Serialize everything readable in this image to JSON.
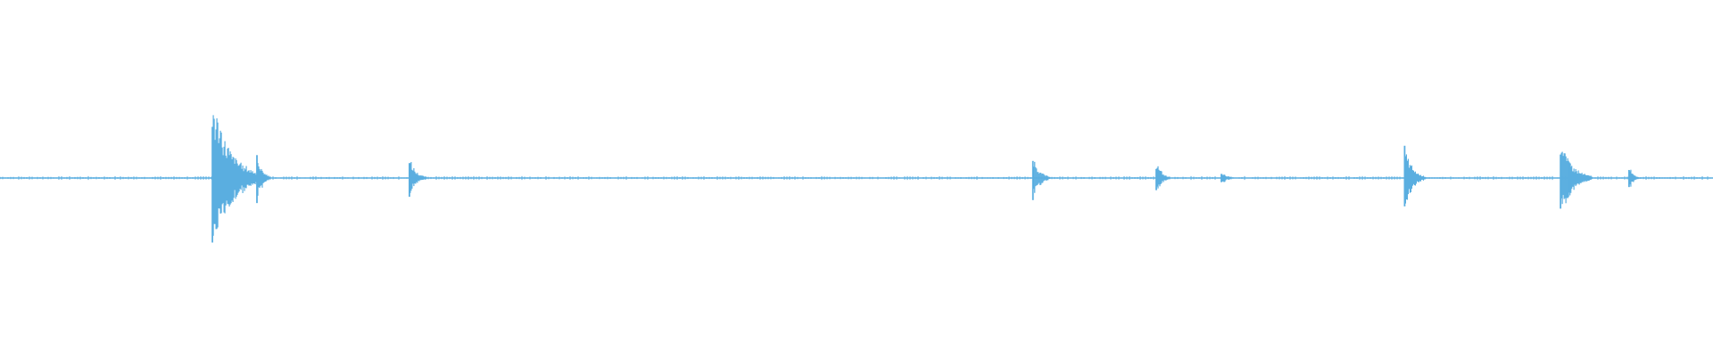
{
  "waveform": {
    "color": "#5aaee0",
    "peaks": [
      {
        "time": 0.124,
        "amplitude": 0.44,
        "decay": 0.03
      },
      {
        "time": 0.15,
        "amplitude": 0.14,
        "decay": 0.008
      },
      {
        "time": 0.239,
        "amplitude": 0.11,
        "decay": 0.01
      },
      {
        "time": 0.603,
        "amplitude": 0.13,
        "decay": 0.01
      },
      {
        "time": 0.675,
        "amplitude": 0.1,
        "decay": 0.008
      },
      {
        "time": 0.713,
        "amplitude": 0.04,
        "decay": 0.008
      },
      {
        "time": 0.82,
        "amplitude": 0.18,
        "decay": 0.012
      },
      {
        "time": 0.911,
        "amplitude": 0.22,
        "decay": 0.018
      },
      {
        "time": 0.916,
        "amplitude": 0.12,
        "decay": 0.008
      },
      {
        "time": 0.951,
        "amplitude": 0.08,
        "decay": 0.006
      }
    ]
  }
}
